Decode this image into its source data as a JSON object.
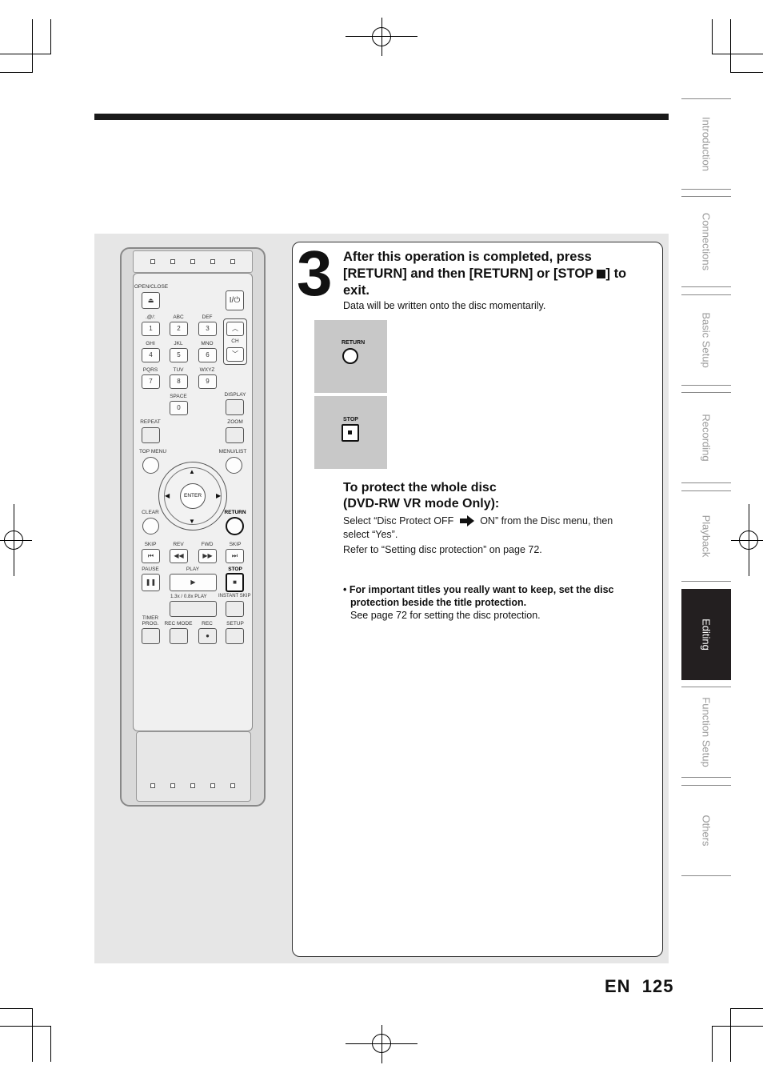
{
  "step": {
    "number": "3",
    "heading_line1": "After this operation is completed, press",
    "heading_line2_pre": "[RETURN] and then [RETURN] or [STOP",
    "heading_line2_post": "] to",
    "heading_line3": "exit.",
    "subtext": "Data will be written onto the disc momentarily."
  },
  "thumbs": [
    {
      "label": "RETURN",
      "icon": "return-button-icon"
    },
    {
      "label": "STOP",
      "icon": "stop-button-icon"
    }
  ],
  "protect": {
    "heading_line1": "To protect the whole disc",
    "heading_line2": "(DVD-RW VR mode Only):",
    "line1_pre": "Select “Disc Protect OFF",
    "line1_post": "ON” from the Disc menu, then",
    "line2": "select “Yes”.",
    "line3": "Refer to “Setting disc protection” on page 72."
  },
  "note": {
    "bullet": "•",
    "bold_line1": "For important titles you really want to keep, set the disc",
    "bold_line2": "protection beside the title protection.",
    "normal_line": "See page 72 for setting the disc protection."
  },
  "remote": {
    "open_close": "OPEN/CLOSE",
    "power": "I/⏻",
    "row1": [
      {
        "lbl": ".@/:",
        "key": "1"
      },
      {
        "lbl": "ABC",
        "key": "2"
      },
      {
        "lbl": "DEF",
        "key": "3"
      }
    ],
    "row2": [
      {
        "lbl": "GHI",
        "key": "4"
      },
      {
        "lbl": "JKL",
        "key": "5"
      },
      {
        "lbl": "MNO",
        "key": "6"
      }
    ],
    "row3": [
      {
        "lbl": "PQRS",
        "key": "7"
      },
      {
        "lbl": "TUV",
        "key": "8"
      },
      {
        "lbl": "WXYZ",
        "key": "9"
      }
    ],
    "ch": "CH",
    "space": "SPACE",
    "zero": "0",
    "display": "DISPLAY",
    "repeat": "REPEAT",
    "zoom": "ZOOM",
    "top_menu": "TOP MENU",
    "menu_list": "MENU/LIST",
    "enter": "ENTER",
    "clear": "CLEAR",
    "return": "RETURN",
    "skip_back": "SKIP",
    "rev": "REV",
    "fwd": "FWD",
    "skip_fwd": "SKIP",
    "pause": "PAUSE",
    "play": "PLAY",
    "stop": "STOP",
    "slow_play": "1.3x / 0.8x PLAY",
    "instant_skip": "INSTANT SKIP",
    "timer_prog_1": "TIMER",
    "timer_prog_2": "PROG.",
    "rec_mode": "REC MODE",
    "rec": "REC",
    "setup": "SETUP"
  },
  "tabs": [
    {
      "label": "Introduction",
      "active": false
    },
    {
      "label": "Connections",
      "active": false
    },
    {
      "label": "Basic Setup",
      "active": false
    },
    {
      "label": "Recording",
      "active": false
    },
    {
      "label": "Playback",
      "active": false
    },
    {
      "label": "Editing",
      "active": true
    },
    {
      "label": "Function Setup",
      "active": false
    },
    {
      "label": "Others",
      "active": false
    }
  ],
  "page": {
    "lang": "EN",
    "number": "125"
  },
  "colors": {
    "panel": "#e6e6e6",
    "active_tab": "#231f20",
    "tab_text": "#9a9a9a"
  }
}
